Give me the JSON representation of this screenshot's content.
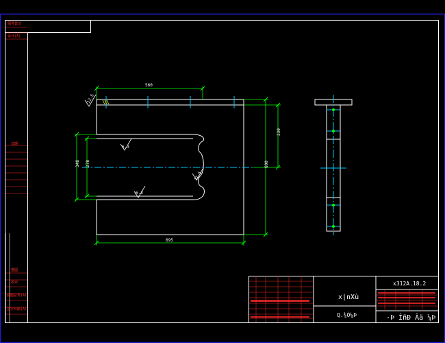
{
  "colors": {
    "background": "#000000",
    "screen_border": "#1f1fd6",
    "frame": "#ffffff",
    "outline": "#ffffff",
    "dimension": "#00ff00",
    "centerline": "#00c8ff",
    "hatch": "#ffff00",
    "title_red": "#ff2a2a",
    "title_white": "#ffffff"
  },
  "dimensions": {
    "top_width": "560",
    "bottom_width": "695",
    "left_outer": "348",
    "left_inner": "278",
    "right_height": "600",
    "right_slot": "330"
  },
  "roughness": {
    "top_left": "12.5",
    "slot_top": "6.3",
    "slot_bottom": "6.3",
    "slot_right": "12.5"
  },
  "left_strip": {
    "top_labels": [
      "图号登记",
      "设计(A)"
    ],
    "mid_label": "日期",
    "bottom_labels": [
      "描图",
      "校对",
      "底图总号(A)",
      "签字日期(A)"
    ]
  },
  "title_block": {
    "drawing_number": "x312A.18.2",
    "part_name": "x|nXù",
    "material": "Q.¾Ó¼Þ",
    "company": "·Þ ÎñÐ ­Âä ¼Þ"
  }
}
